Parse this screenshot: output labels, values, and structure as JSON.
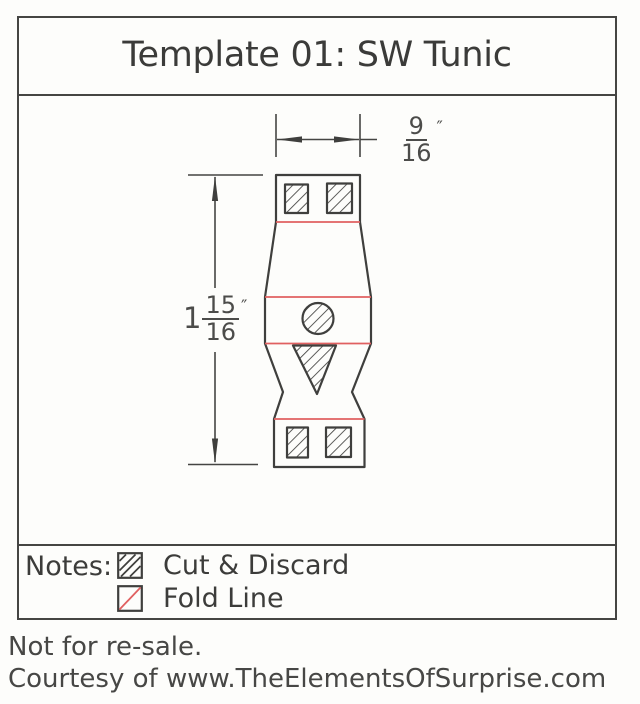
{
  "title": "Template 01: SW Tunic",
  "dimensions": {
    "width": {
      "num": "9",
      "den": "16",
      "unit": "″"
    },
    "height": {
      "whole": "1",
      "num": "15",
      "den": "16",
      "unit": "″"
    }
  },
  "notes": {
    "label": "Notes:",
    "legend": [
      {
        "icon": "cut-hatch-swatch-icon",
        "label": "Cut & Discard"
      },
      {
        "icon": "fold-line-swatch-icon",
        "label": "Fold Line"
      }
    ]
  },
  "footer": {
    "line1": "Not for re-sale.",
    "line2": "Courtesy of www.TheElementsOfSurprise.com"
  },
  "colors": {
    "ink": "#3f3f3d",
    "fold_line_red": "#e06060",
    "paper": "#fdfdfb"
  }
}
